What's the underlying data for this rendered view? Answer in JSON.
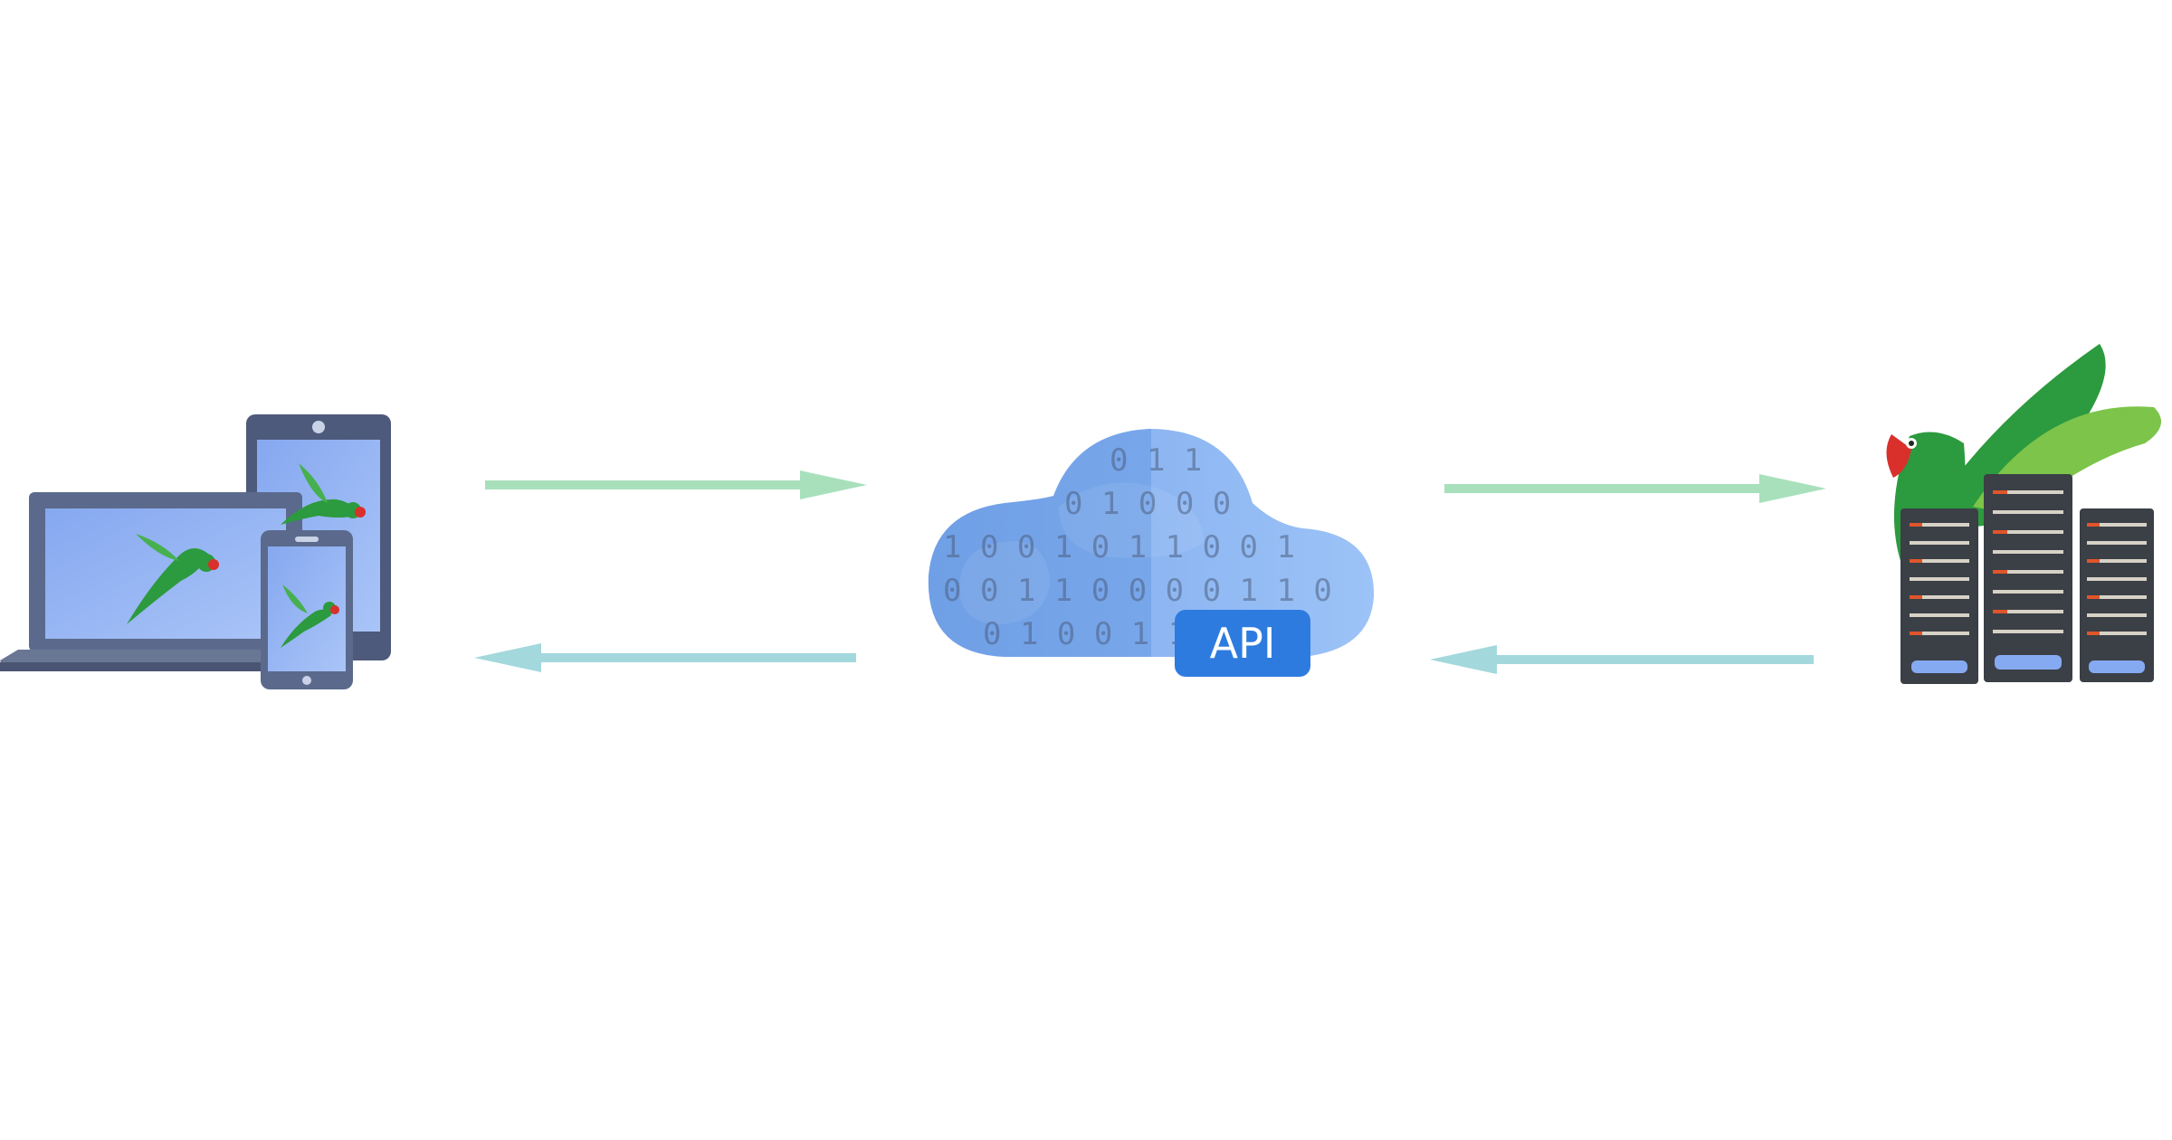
{
  "api_label": "API",
  "binary_rows": [
    "0 1 1",
    "0 1 0 0 0",
    "1 0 0 1 0 1 1 0 0 1",
    "0 0 1 1 0 0 0 0 1 1 0",
    "0 1 0 0 1 1 0"
  ],
  "colors": {
    "request_arrow": "#a8e0bc",
    "response_arrow": "#a3d8dd",
    "cloud_left": "#6f9fe6",
    "cloud_right": "#95bdf5",
    "api_badge": "#2e7be0",
    "device_frame": "#5b6a8c",
    "screen": "#86aaf2",
    "parrot": "#2c9a3e",
    "server": "#3b3f46"
  }
}
